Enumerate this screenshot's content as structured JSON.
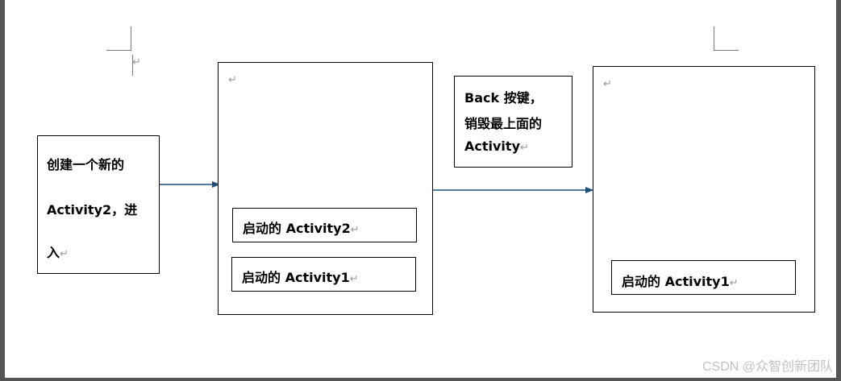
{
  "boxes": {
    "create": {
      "line1": "创建一个新的",
      "line2": "Activity2，进",
      "line3": "入"
    },
    "stack_before": {
      "item_top": "启动的 Activity2",
      "item_bottom": "启动的 Activity1"
    },
    "back_note": {
      "line1": "Back 按键，",
      "line2": "销毁最上面的",
      "line3": "Activity"
    },
    "stack_after": {
      "item": "启动的 Activity1"
    }
  },
  "symbols": {
    "return_mark": "↵"
  },
  "watermark": "CSDN @众智创新团队",
  "colors": {
    "arrow": "#1f4e79",
    "border": "#000000",
    "frame": "#555555"
  }
}
